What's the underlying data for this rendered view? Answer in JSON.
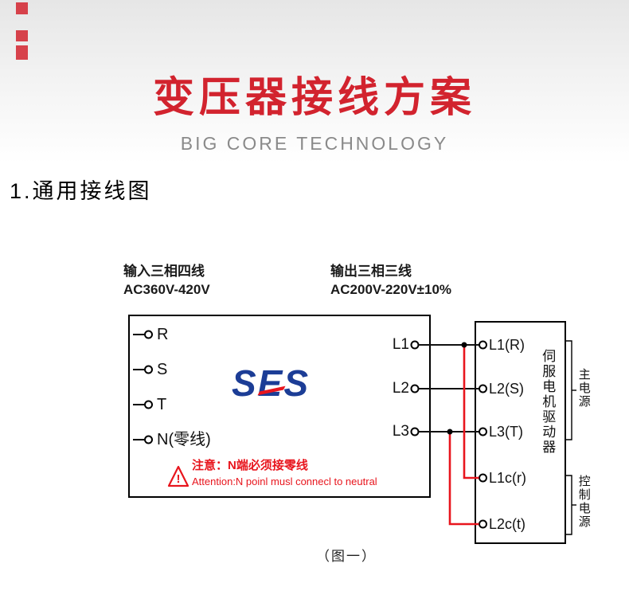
{
  "colors": {
    "title_red": "#d2232e",
    "wire_red": "#e8151d",
    "logo_blue": "#1c3d96",
    "subtitle_gray": "#8a8a8a"
  },
  "header": {
    "title": "变压器接线方案",
    "subtitle": "BIG CORE TECHNOLOGY"
  },
  "section": {
    "heading": "1.通用接线图"
  },
  "diagram": {
    "input_label": {
      "line1": "输入三相四线",
      "line2": "AC360V-420V"
    },
    "output_label": {
      "line1": "输出三相三线",
      "line2": "AC200V-220V±10%"
    },
    "transformer": {
      "logo": "SES",
      "terminals_left": [
        "R",
        "S",
        "T",
        "N(零线)"
      ],
      "terminals_right": [
        "L1",
        "L2",
        "L3"
      ],
      "warning": {
        "mark": "!",
        "line1": "注意：N端必须接零线",
        "line2": "Attention:N poinl musl connecl to neutral"
      }
    },
    "servo": {
      "label": "伺服电机驱动器",
      "terminals": [
        "L1(R)",
        "L2(S)",
        "L3(T)",
        "L1c(r)",
        "L2c(t)"
      ]
    },
    "brackets": {
      "main_power": "主电源",
      "control_power": "控制电源"
    },
    "caption": "（图一）"
  }
}
